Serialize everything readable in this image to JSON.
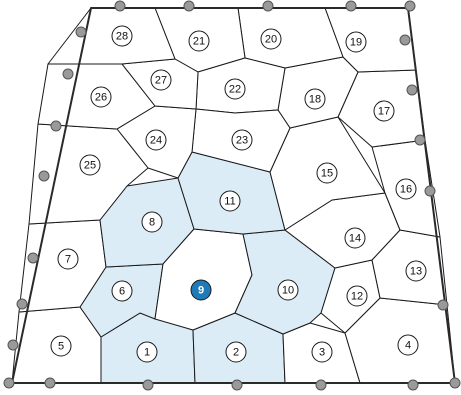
{
  "colors": {
    "neighbor_fill": "#dcecf6",
    "cell_fill": "#ffffff",
    "highlight_node": "#1e7bb8",
    "marker_fill": "#ffffff"
  },
  "highlighted_node": "9",
  "neighbor_nodes": [
    "1",
    "2",
    "6",
    "8",
    "10",
    "11"
  ],
  "nodes": [
    "1",
    "2",
    "3",
    "4",
    "5",
    "6",
    "7",
    "8",
    "9",
    "10",
    "11",
    "12",
    "13",
    "14",
    "15",
    "16",
    "17",
    "18",
    "19",
    "20",
    "21",
    "22",
    "23",
    "24",
    "25",
    "26",
    "27",
    "28"
  ]
}
